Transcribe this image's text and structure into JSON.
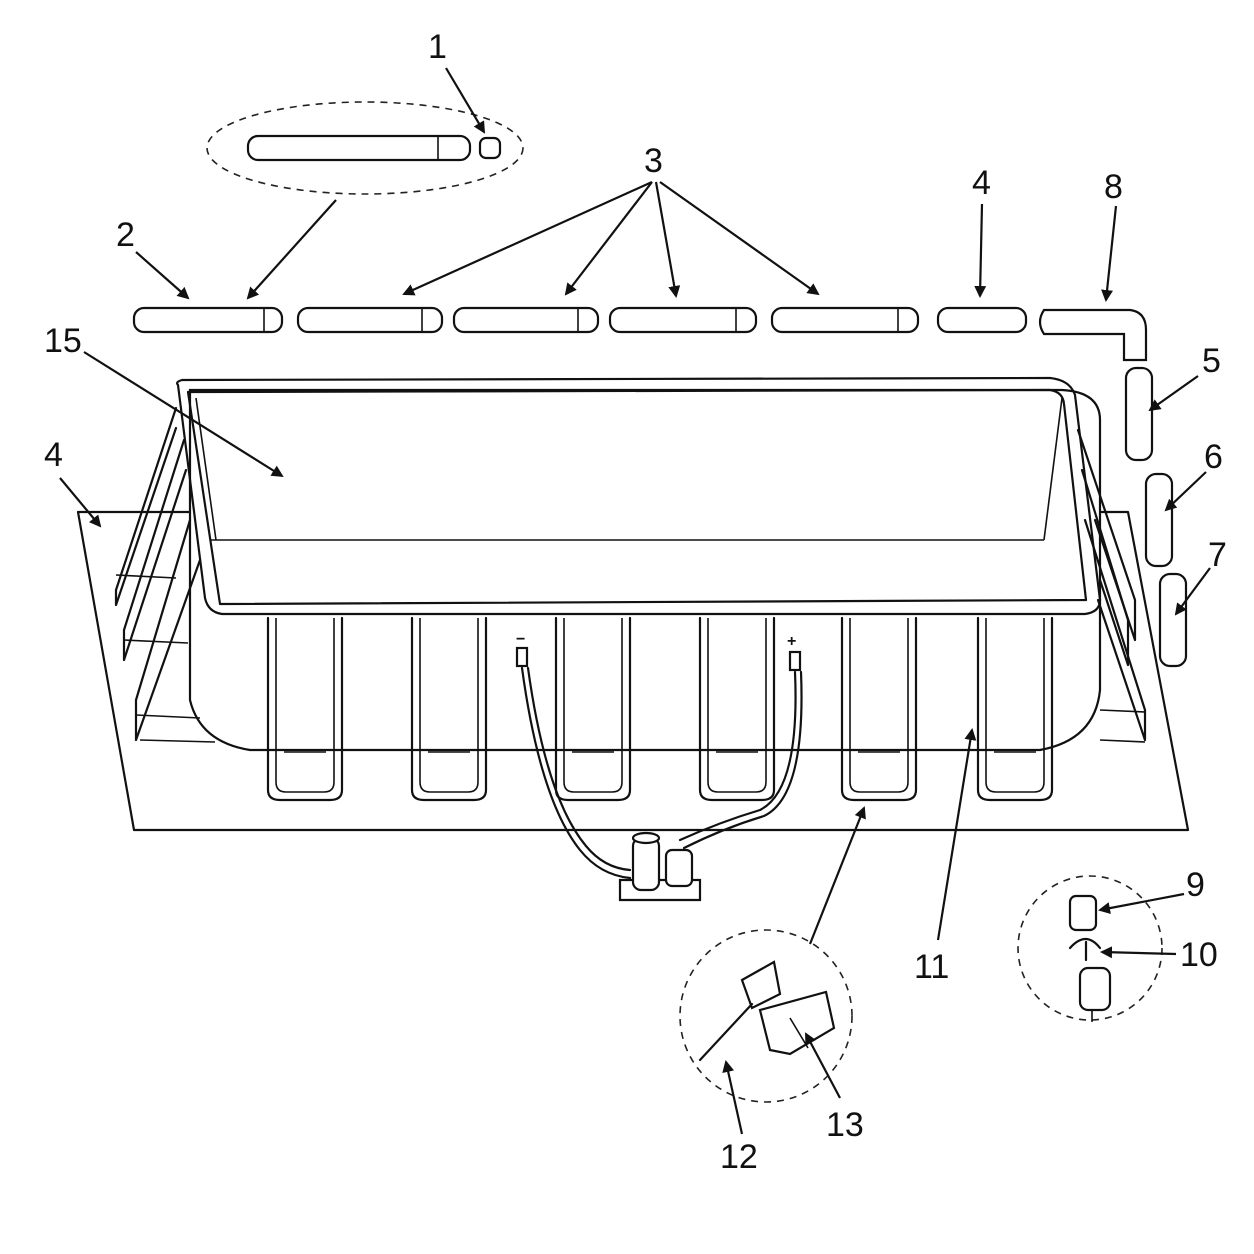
{
  "callouts": {
    "c1": "1",
    "c2": "2",
    "c3": "3",
    "c4_top": "4",
    "c4_left": "4",
    "c5": "5",
    "c6": "6",
    "c7": "7",
    "c8": "8",
    "c9": "9",
    "c10": "10",
    "c11": "11",
    "c12": "12",
    "c13": "13",
    "c15": "15"
  },
  "hose_signs": {
    "minus": "−",
    "plus": "+"
  },
  "colors": {
    "line": "#111111",
    "background": "#ffffff"
  }
}
